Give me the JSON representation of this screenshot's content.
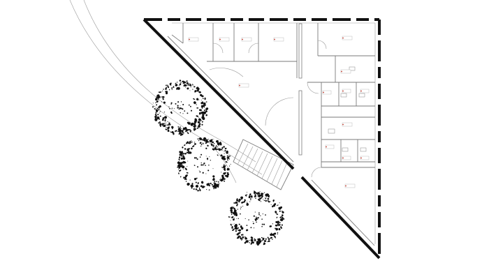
{
  "drawing": {
    "type": "architectural-floor-plan",
    "footprint_shape": "right-triangle",
    "style": "monochrome line drawing",
    "colors": {
      "background": "#ffffff",
      "walls": "#111111",
      "partitions": "#8a8a8a",
      "tree_foliage": "#111111",
      "room_tag_marker": "#c43a2a"
    }
  },
  "site": {
    "trees": [
      {
        "label": ""
      },
      {
        "label": ""
      },
      {
        "label": ""
      }
    ]
  },
  "rooms": []
}
